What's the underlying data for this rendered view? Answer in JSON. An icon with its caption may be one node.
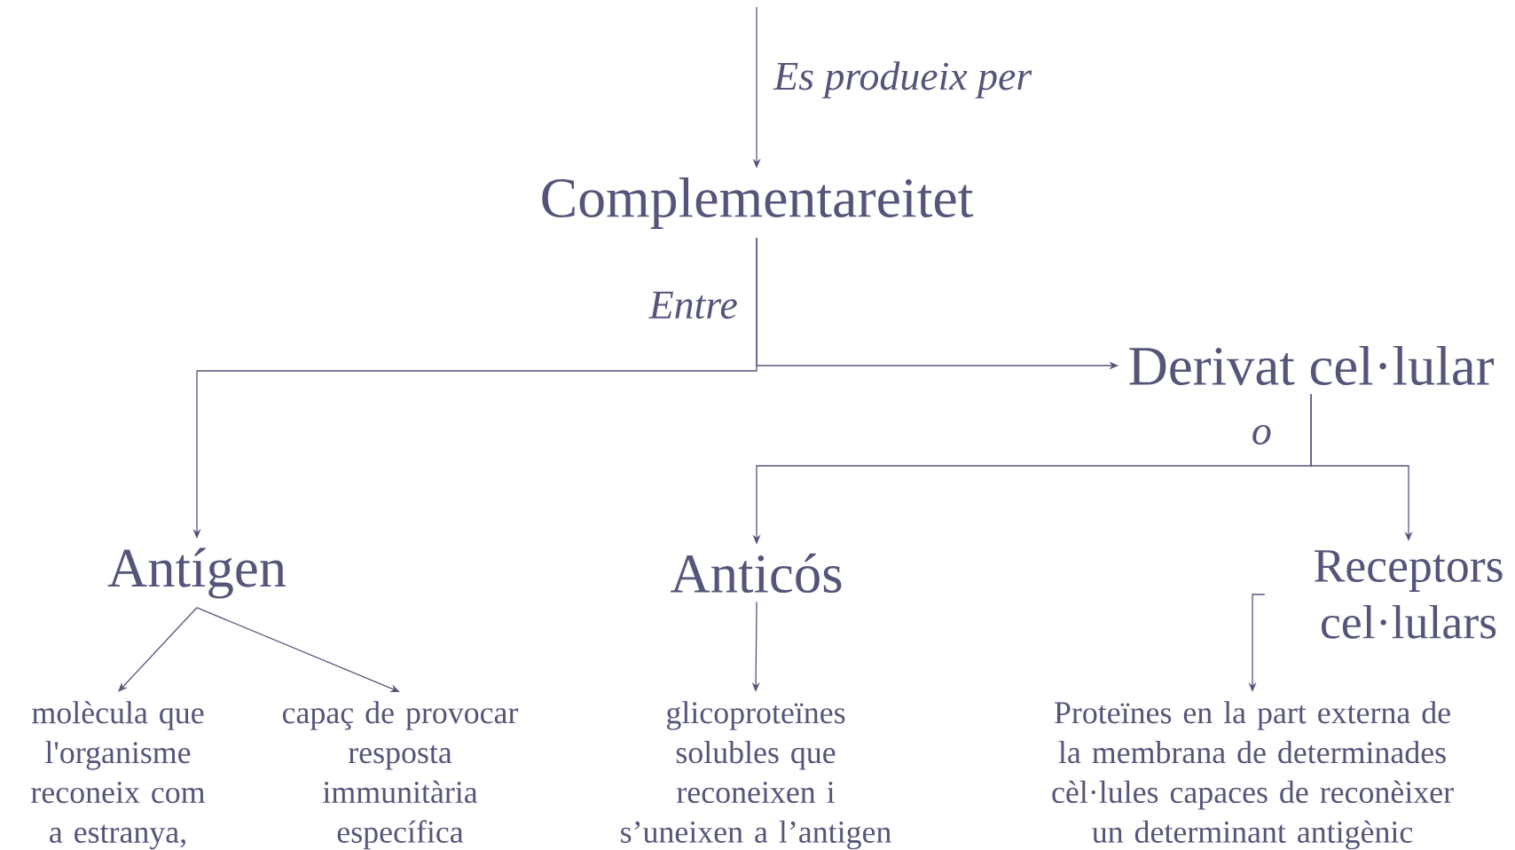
{
  "diagram": {
    "nodes": [
      {
        "text": [
          "Complementareitet"
        ]
      },
      {
        "text": [
          "Derivat cel·lular"
        ]
      },
      {
        "text": [
          "Antígen"
        ]
      },
      {
        "text": [
          "Anticós"
        ]
      },
      {
        "text": [
          "Receptors cel·lulars"
        ]
      },
      {
        "text": [
          "molècula que l'organisme reconeix com a estranya,"
        ]
      },
      {
        "text": [
          "capaç de provocar resposta immunitària específica"
        ]
      },
      {
        "text": [
          "glicoproteïnes solubles que reconeixen i s’uneixen a l’antigen"
        ]
      },
      {
        "text": [
          "Proteïnes en la part externa de la membrana de determinades cèl·lules capaces de reconèixer un determinant antigènic"
        ]
      }
    ],
    "edges": [
      {
        "from": null,
        "to": 0,
        "arrow": "to",
        "label": "Es produeix per"
      },
      {
        "from": 0,
        "to": 2,
        "arrow": "to",
        "label": "Entre"
      },
      {
        "from": 0,
        "to": 1,
        "arrow": "to"
      },
      {
        "from": 1,
        "to": 3,
        "arrow": "to",
        "label": "o"
      },
      {
        "from": 1,
        "to": 4,
        "arrow": "to"
      },
      {
        "from": 2,
        "to": 5,
        "arrow": "to"
      },
      {
        "from": 2,
        "to": 6,
        "arrow": "to"
      },
      {
        "from": 3,
        "to": 7,
        "arrow": "to"
      },
      {
        "from": 4,
        "to": 8,
        "arrow": "to"
      }
    ]
  }
}
